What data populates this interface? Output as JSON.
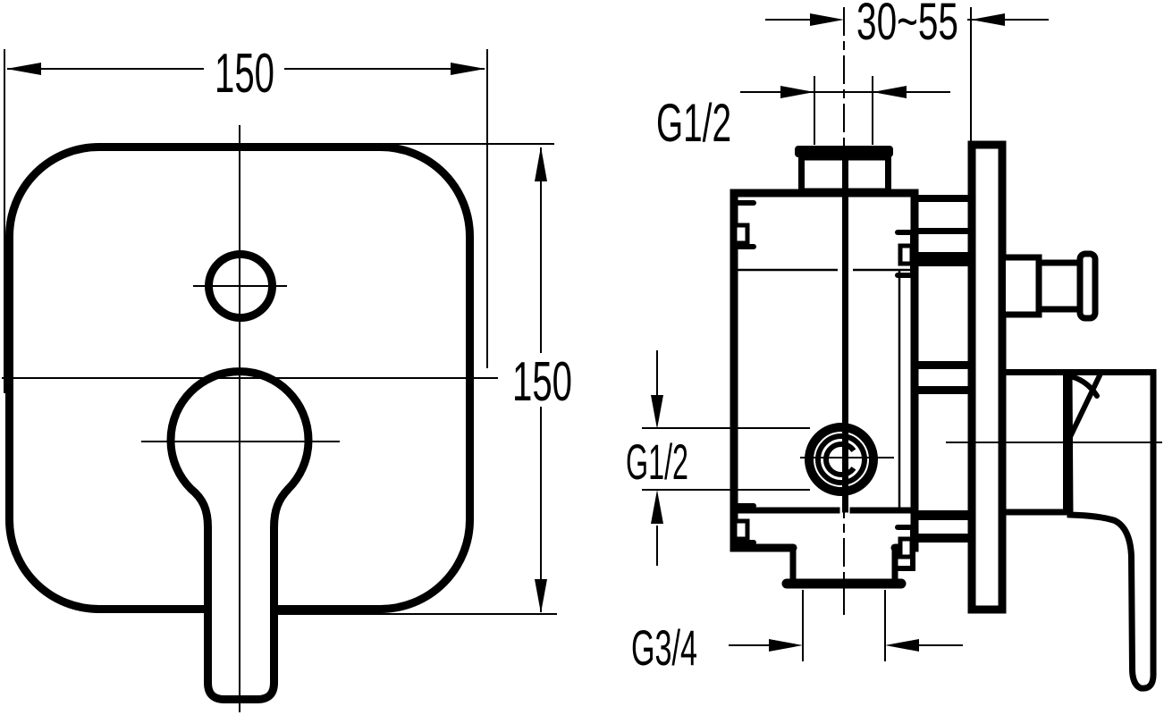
{
  "meta": {
    "drawing_type": "faucet-installation-technical-drawing",
    "background_color": "#ffffff",
    "line_color": "#000000"
  },
  "front_view": {
    "width_dim": "150",
    "height_dim": "150"
  },
  "side_view": {
    "depth_range_dim": "30~55",
    "top_inlet_thread": "G1/2",
    "side_port_thread": "G1/2",
    "bottom_outlet_thread": "G3/4"
  }
}
